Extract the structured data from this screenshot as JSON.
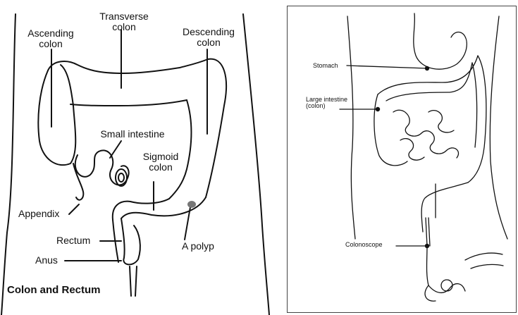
{
  "left_diagram": {
    "labels": {
      "ascending": "Ascending\ncolon",
      "transverse": "Transverse\ncolon",
      "descending": "Descending\ncolon",
      "small_intestine": "Small intestine",
      "sigmoid": "Sigmoid\ncolon",
      "appendix": "Appendix",
      "rectum": "Rectum",
      "anus": "Anus",
      "polyp": "A polyp"
    },
    "caption": "Colon and Rectum"
  },
  "right_diagram": {
    "labels": {
      "stomach": "Stomach",
      "large_intestine": "Large intestine\n(colon)",
      "colonoscope": "Colonoscope"
    }
  },
  "colors": {
    "ink": "#111111",
    "polyp": "#777777",
    "scope": "#333333"
  }
}
